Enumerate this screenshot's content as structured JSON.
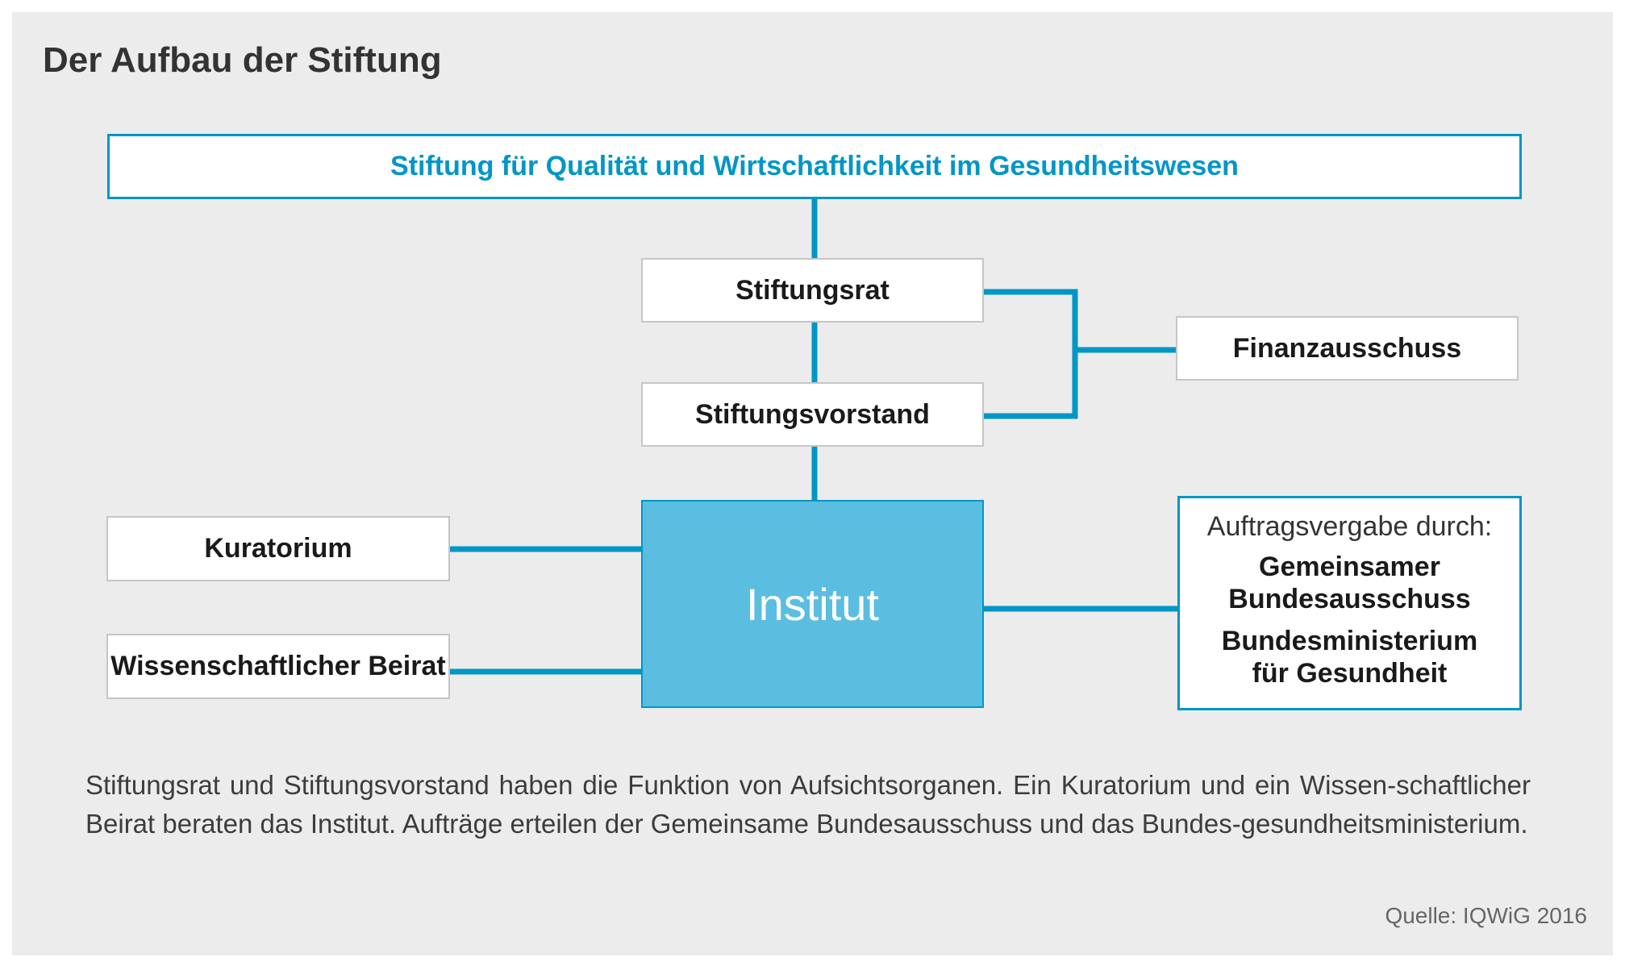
{
  "title": "Der Aufbau der Stiftung",
  "nodes": {
    "stiftung": "Stiftung für Qualität und Wirtschaftlichkeit im Gesundheitswesen",
    "stiftungsrat": "Stiftungsrat",
    "stiftungsvorstand": "Stiftungsvorstand",
    "finanzausschuss": "Finanzausschuss",
    "kuratorium": "Kuratorium",
    "beirat": "Wissenschaftlicher Beirat",
    "institut": "Institut",
    "auftrag": {
      "lead": "Auftragsvergabe durch:",
      "org1_line1": "Gemeinsamer",
      "org1_line2": "Bundesausschuss",
      "org2_line1": "Bundesministerium",
      "org2_line2": "für Gesundheit"
    }
  },
  "caption": "Stiftungsrat und Stiftungsvorstand haben die Funktion von Aufsichtsorganen. Ein Kuratorium und ein Wissen-schaftlicher Beirat beraten das Institut. Aufträge erteilen der Gemeinsame Bundesausschuss und das Bundes-gesundheitsministerium.",
  "source": "Quelle: IQWiG 2016",
  "colors": {
    "accent": "#0096c6",
    "institut_fill": "#5bbee0",
    "panel_background": "#ececec"
  }
}
